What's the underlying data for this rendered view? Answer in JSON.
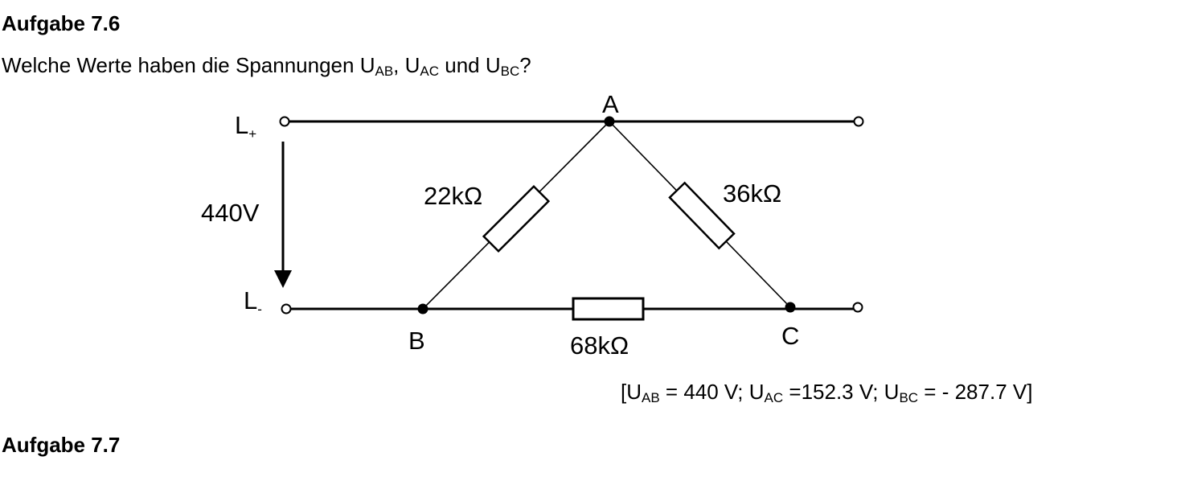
{
  "task1": {
    "title": "Aufgabe 7.6",
    "question": {
      "prefix": "Welche Werte haben die Spannungen U",
      "sub1": "AB",
      "sep1": ", U",
      "sub2": "AC",
      "sep2": " und U",
      "sub3": "BC",
      "suffix": "?"
    }
  },
  "circuit": {
    "rail_top_label": "L",
    "rail_top_sign": "+",
    "rail_bottom_label": "L",
    "rail_bottom_sign": "-",
    "supply_voltage": "440V",
    "node_a": "A",
    "node_b": "B",
    "node_c": "C",
    "resistor_ab": "22kΩ",
    "resistor_ac": "36kΩ",
    "resistor_bc": "68kΩ"
  },
  "answer": {
    "open": "[U",
    "sub1": "AB",
    "part1": " = 440 V; U",
    "sub2": "AC",
    "part2": " =152.3 V; U",
    "sub3": "BC",
    "part3": " = - 287.7 V]"
  },
  "task2": {
    "title": "Aufgabe 7.7"
  }
}
